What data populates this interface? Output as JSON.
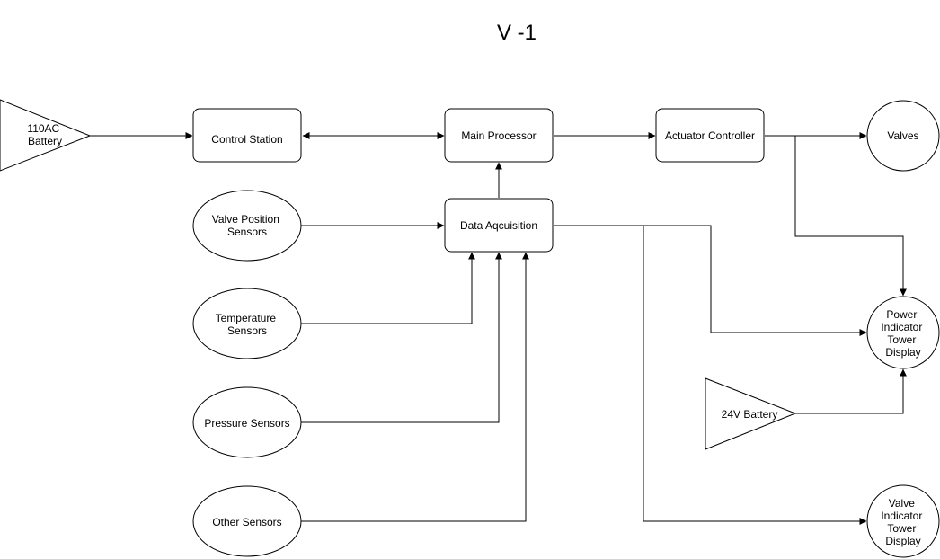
{
  "title": "V -1",
  "nodes": {
    "battery_110ac": {
      "label": [
        "110AC",
        "Battery"
      ]
    },
    "control_station": {
      "label": [
        "Control Station"
      ]
    },
    "main_processor": {
      "label": [
        "Main Processor"
      ]
    },
    "actuator_controller": {
      "label": [
        "Actuator Controller"
      ]
    },
    "valves": {
      "label": [
        "Valves"
      ]
    },
    "valve_position_sensors": {
      "label": [
        "Valve Position",
        "Sensors"
      ]
    },
    "data_acquisition": {
      "label": [
        "Data Aqcuisition"
      ]
    },
    "temperature_sensors": {
      "label": [
        "Temperature",
        "Sensors"
      ]
    },
    "pressure_sensors": {
      "label": [
        "Pressure Sensors"
      ]
    },
    "other_sensors": {
      "label": [
        "Other Sensors"
      ]
    },
    "power_indicator_tower_display": {
      "label": [
        "Power",
        "Indicator",
        "Tower",
        "Display"
      ]
    },
    "battery_24v": {
      "label": [
        "24V Battery"
      ]
    },
    "valve_indicator_tower_display": {
      "label": [
        "Valve",
        "Indicator",
        "Tower",
        "Display"
      ]
    }
  },
  "colors": {
    "stroke": "#000000",
    "fill": "#ffffff",
    "text": "#000000"
  }
}
